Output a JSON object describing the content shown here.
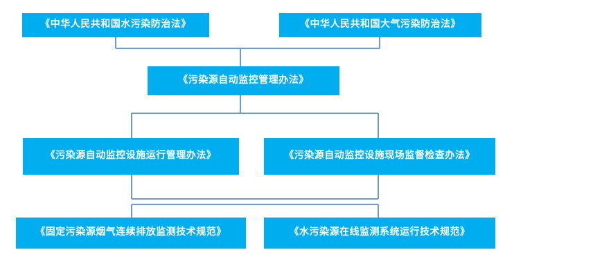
{
  "diagram": {
    "type": "hierarchy-flowchart",
    "orientation": "top-down",
    "colors": {
      "node_fill": "#00AEEF",
      "node_text": "#FFFFFF",
      "connector": "#6D9BD1",
      "background": "#FFFFFF"
    },
    "nodes": [
      {
        "id": "water-law",
        "label": "《中华人民共和国水污染防治法》",
        "level": 1
      },
      {
        "id": "air-law",
        "label": "《中华人民共和国大气污染防治法》",
        "level": 1
      },
      {
        "id": "auto-monitor-mgmt",
        "label": "《污染源自动监控管理办法》",
        "level": 2
      },
      {
        "id": "facility-operation",
        "label": "《污染源自动监控设施运行管理办法》",
        "level": 3
      },
      {
        "id": "facility-inspect",
        "label": "《污染源自动监控设施现场监督检查办法》",
        "level": 3
      },
      {
        "id": "cems-spec",
        "label": "《固定污染源烟气连续排放监测技术规范》",
        "level": 4
      },
      {
        "id": "water-online-spec",
        "label": "《水污染源在线监测系统运行技术规范》",
        "level": 4
      }
    ],
    "edges": [
      {
        "from": "water-law",
        "to": "auto-monitor-mgmt"
      },
      {
        "from": "air-law",
        "to": "auto-monitor-mgmt"
      },
      {
        "from": "auto-monitor-mgmt",
        "to": "facility-operation"
      },
      {
        "from": "auto-monitor-mgmt",
        "to": "facility-inspect"
      },
      {
        "from": "facility-operation",
        "to": "cems-spec"
      },
      {
        "from": "facility-inspect",
        "to": "water-online-spec"
      }
    ]
  }
}
